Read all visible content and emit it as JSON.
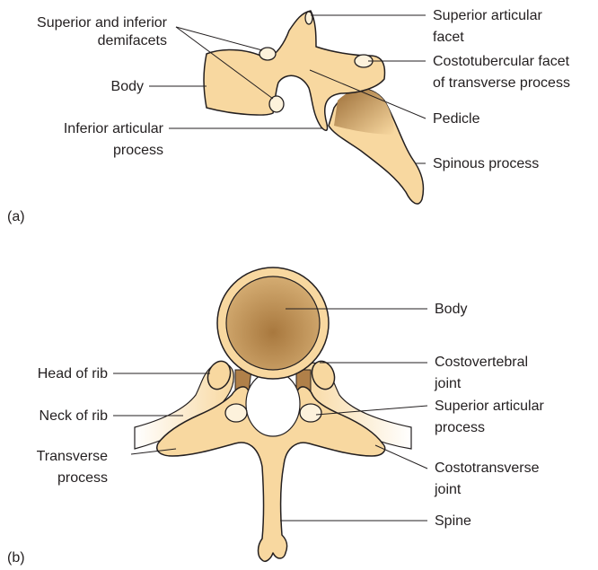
{
  "panel_a": {
    "tag": "(a)",
    "labels": {
      "demifacets_1": "Superior and inferior",
      "demifacets_2": "demifacets",
      "body": "Body",
      "inferior_articular_1": "Inferior articular",
      "inferior_articular_2": "process",
      "superior_facet_1": "Superior articular",
      "superior_facet_2": "facet",
      "costotubercular_1": "Costotubercular facet",
      "costotubercular_2": "of transverse process",
      "pedicle": "Pedicle",
      "spinous": "Spinous process"
    }
  },
  "panel_b": {
    "tag": "(b)",
    "labels": {
      "body": "Body",
      "head_of_rib": "Head of rib",
      "neck_of_rib": "Neck of rib",
      "transverse_1": "Transverse",
      "transverse_2": "process",
      "costovertebral_1": "Costovertebral",
      "costovertebral_2": "joint",
      "superior_articular_1": "Superior articular",
      "superior_articular_2": "process",
      "costotransverse_1": "Costotransverse",
      "costotransverse_2": "joint",
      "spine": "Spine"
    }
  },
  "colors": {
    "bone": "#f8d8a0",
    "bone_dark": "#a8783e",
    "facet": "#fdf2dc",
    "line": "#231f20"
  }
}
